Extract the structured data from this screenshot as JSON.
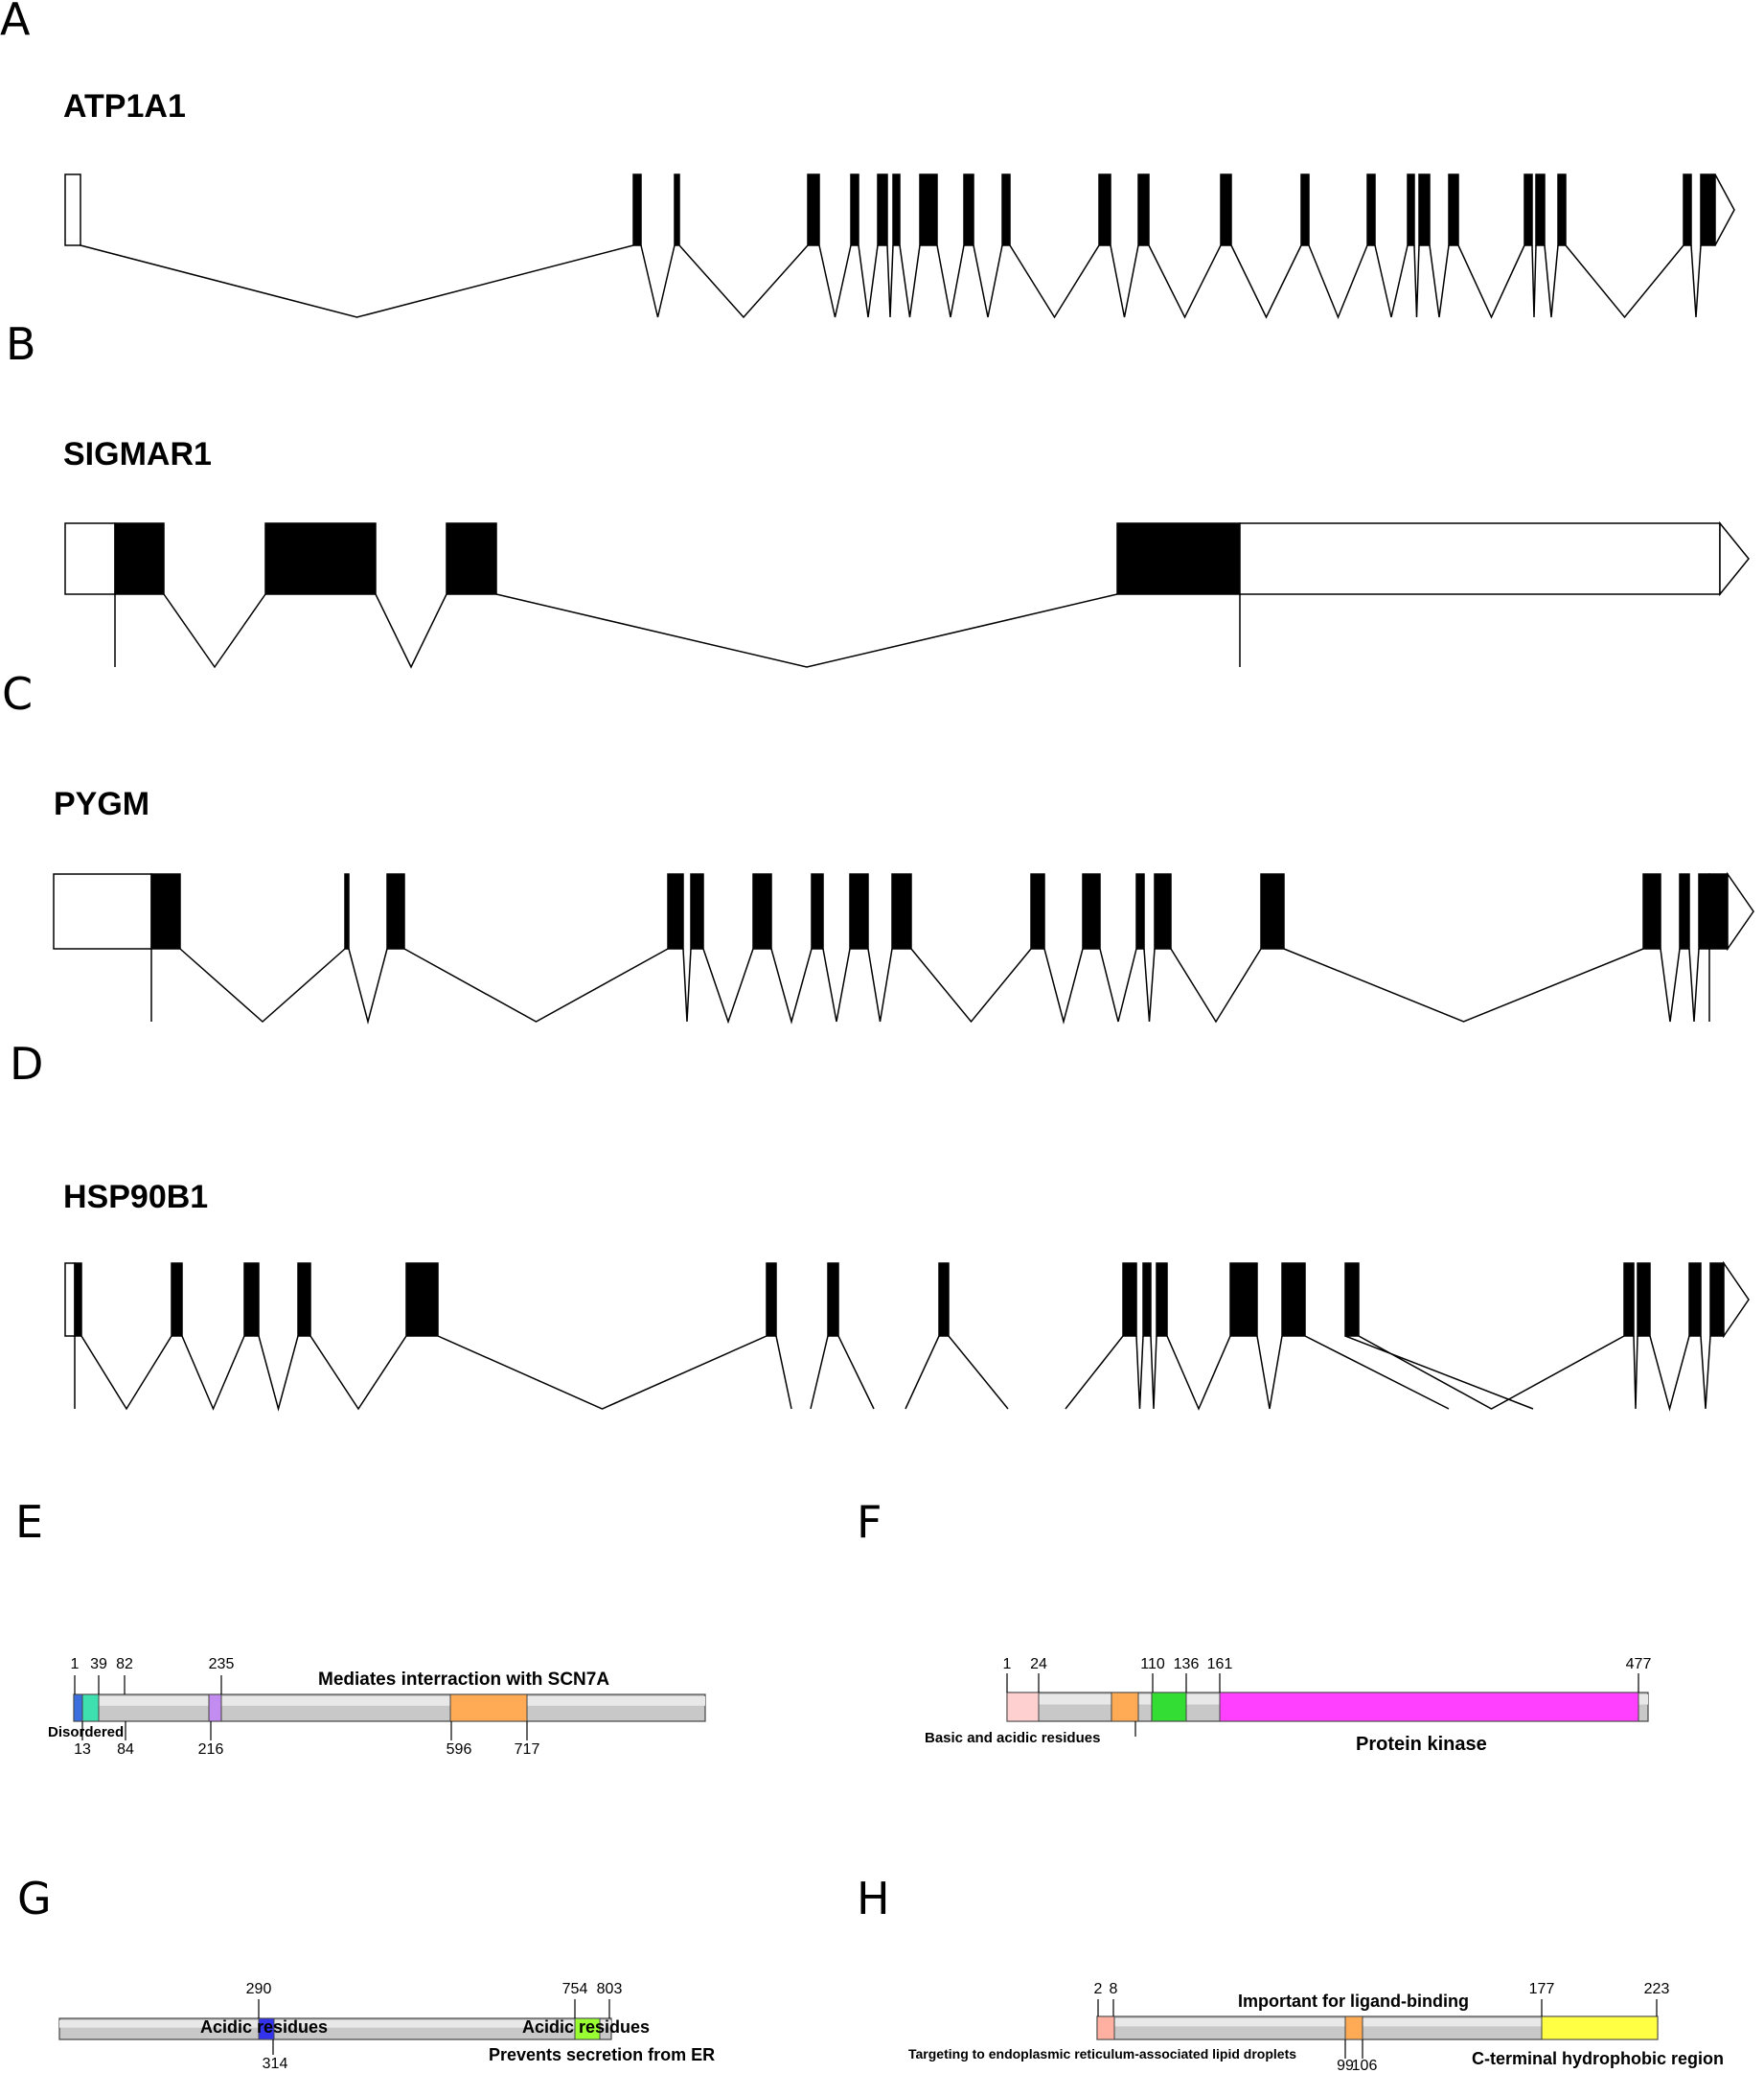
{
  "panels": {
    "A": {
      "letter": "A",
      "gene": "ATP1A1"
    },
    "B": {
      "letter": "B",
      "gene": "SIGMAR1"
    },
    "C": {
      "letter": "C",
      "gene": "PYGM"
    },
    "D": {
      "letter": "D",
      "gene": "HSP90B1"
    },
    "E": {
      "letter": "E"
    },
    "F": {
      "letter": "F"
    },
    "G": {
      "letter": "G"
    },
    "H": {
      "letter": "H"
    }
  },
  "colors": {
    "exon_coding": "#000000",
    "exon_utr": "#ffffff",
    "protein_bar": "#c8c8c8",
    "disordered": "#3b6fe0",
    "cyan_region": "#3fe0b0",
    "violet_region": "#c38cf0",
    "orange_region": "#ffaa55",
    "pink_region": "#ffd0d0",
    "green_region": "#33dd33",
    "kinase": "#ff40ff",
    "acidic_blue": "#3333ee",
    "acidic_green": "#99ff33",
    "yellow_region": "#ffff44",
    "salmon_region": "#ffb0a0"
  },
  "proteins": {
    "E": {
      "ticks_top": [
        "1",
        "39",
        "82",
        "235"
      ],
      "ticks_bottom": [
        "13",
        "84",
        "216",
        "596",
        "717"
      ],
      "labels": [
        "Mediates interraction with SCN7A",
        "Disordered"
      ]
    },
    "F": {
      "ticks_top": [
        "1",
        "24",
        "110",
        "136",
        "161",
        "477"
      ],
      "labels": [
        "Basic and acidic residues",
        "Protein kinase"
      ]
    },
    "G": {
      "ticks_top": [
        "290",
        "754",
        "803"
      ],
      "ticks_bottom": [
        "314"
      ],
      "labels": [
        "Acidic residues",
        "Acidic residues",
        "Prevents secretion from ER"
      ]
    },
    "H": {
      "ticks_top": [
        "2",
        "8",
        "177",
        "223"
      ],
      "ticks_bottom": [
        "99",
        "106"
      ],
      "labels": [
        "Important for ligand-binding",
        "Targeting to endoplasmic reticulum-associated lipid droplets",
        "C-terminal hydrophobic region"
      ]
    }
  }
}
